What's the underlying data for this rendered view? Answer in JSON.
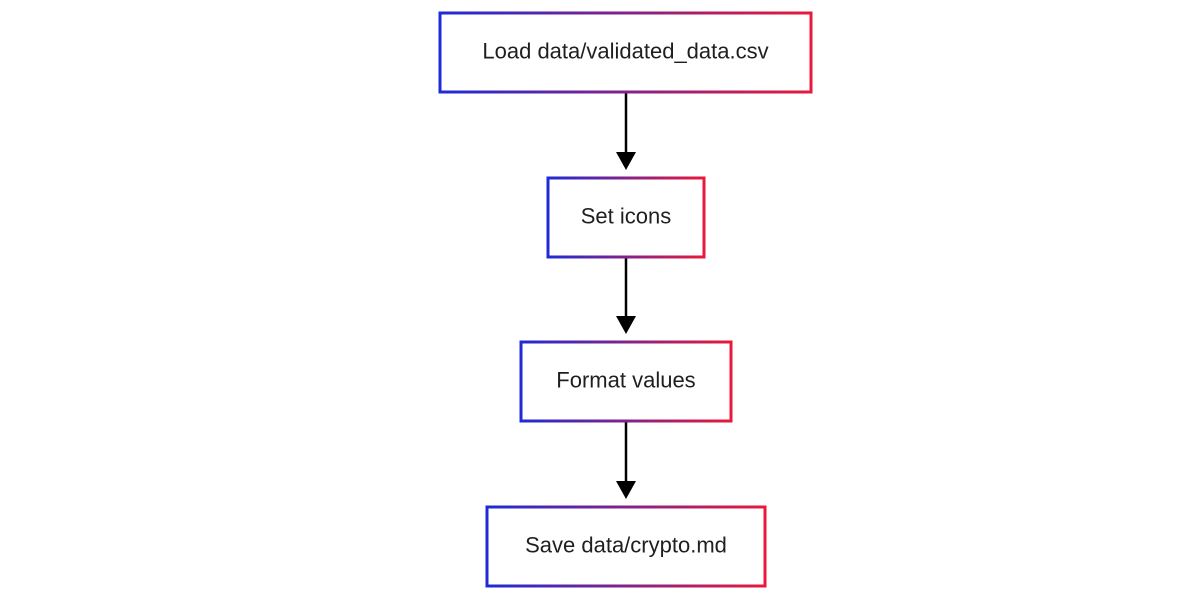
{
  "diagram": {
    "type": "flowchart",
    "direction": "top-to-bottom",
    "node_border_gradient": [
      "#1f2bd6",
      "#e8193c"
    ],
    "edge_color": "#000000",
    "nodes": [
      {
        "id": "load",
        "label": "Load data/validated_data.csv"
      },
      {
        "id": "icons",
        "label": "Set icons"
      },
      {
        "id": "format",
        "label": "Format values"
      },
      {
        "id": "save",
        "label": "Save data/crypto.md"
      }
    ],
    "edges": [
      {
        "from": "load",
        "to": "icons"
      },
      {
        "from": "icons",
        "to": "format"
      },
      {
        "from": "format",
        "to": "save"
      }
    ]
  }
}
